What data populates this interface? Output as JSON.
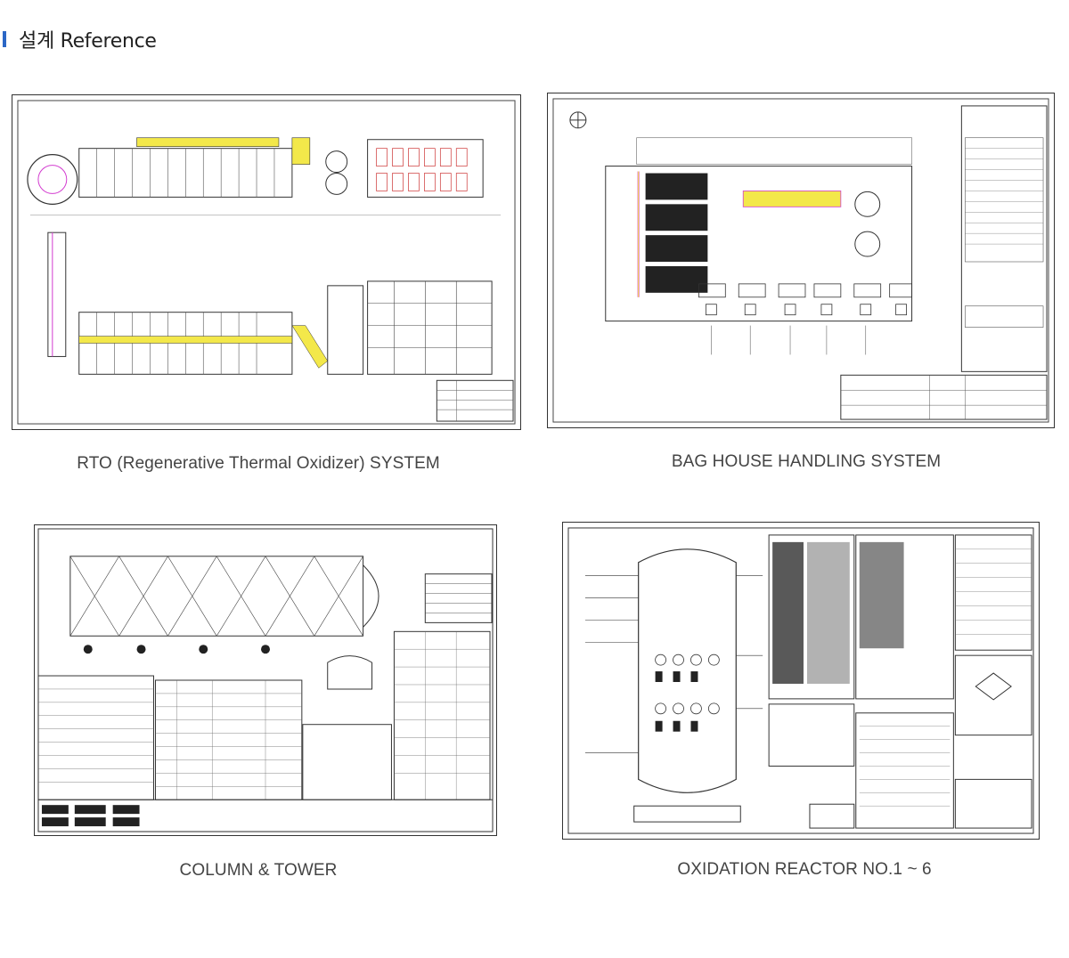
{
  "header": {
    "title": "설계 Reference",
    "accent_color": "#2b67c6"
  },
  "drawings": [
    {
      "caption": "RTO (Regenerative Thermal Oxidizer) SYSTEM"
    },
    {
      "caption": "BAG HOUSE HANDLING SYSTEM"
    },
    {
      "caption": "COLUMN & TOWER"
    },
    {
      "caption": "OXIDATION REACTOR  NO.1 ~ 6"
    }
  ],
  "colors": {
    "line": "#333333",
    "highlight_yellow": "#f3e84a",
    "highlight_magenta": "#d33cd0"
  }
}
